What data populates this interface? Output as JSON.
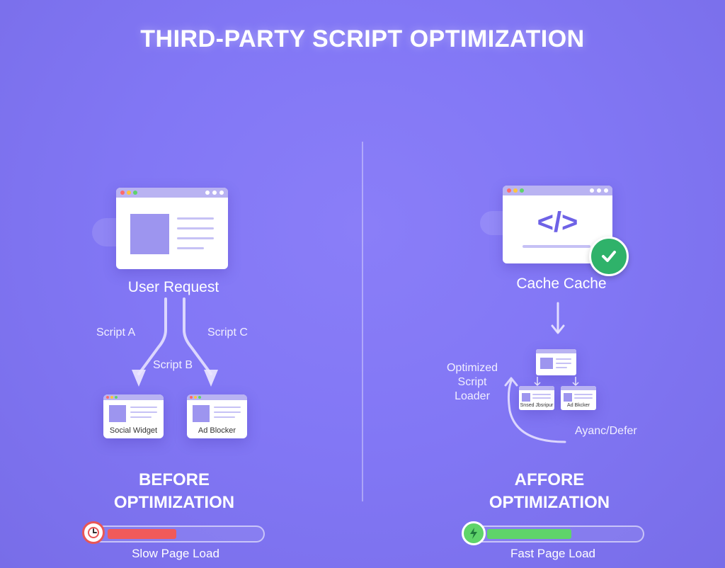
{
  "title": "THIRD-PARTY SCRIPT OPTIMIZATION",
  "before": {
    "request_label": "User Request",
    "script_a": "Script A",
    "script_b": "Script B",
    "script_c": "Script C",
    "widget_left": "Social Widget",
    "widget_right": "Ad Blocker",
    "heading_line1": "BEFORE",
    "heading_line2": "OPTIMIZATION",
    "status": "Slow Page Load",
    "progress": 0.45,
    "bar_color": "#f05a5a"
  },
  "after": {
    "cache_label": "Cache Cache",
    "code_glyph": "</>",
    "loader_line1": "Optimized",
    "loader_line2": "Script",
    "loader_line3": "Loader",
    "mode_label": "Ayanc/Defer",
    "mini_left": "Snsed Jbsripur",
    "mini_right": "Ad Bkcker",
    "heading_line1": "AFFORE",
    "heading_line2": "OPTIMIZATION",
    "status": "Fast Page Load",
    "progress": 0.55,
    "bar_color": "#5fd46a"
  },
  "colors": {
    "background": "#8277f5",
    "window_bar": "#b9b3f2",
    "check_badge": "#2fb26a"
  },
  "icons": {
    "clock": "clock-icon",
    "bolt": "lightning-icon",
    "check": "check-icon"
  }
}
